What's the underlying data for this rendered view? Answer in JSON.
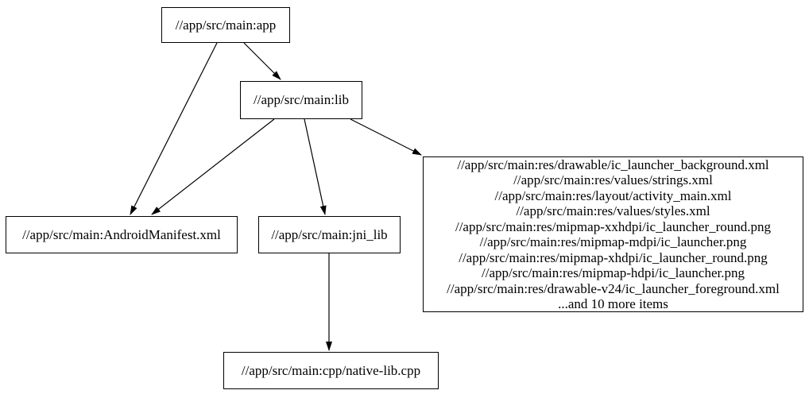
{
  "graph": {
    "background_color": "#ffffff",
    "node_border_color": "#000000",
    "edge_color": "#000000",
    "nodes": {
      "app": {
        "label": "//app/src/main:app"
      },
      "lib": {
        "label": "//app/src/main:lib"
      },
      "manifest": {
        "label": "//app/src/main:AndroidManifest.xml"
      },
      "jni_lib": {
        "label": "//app/src/main:jni_lib"
      },
      "native_lib": {
        "label": "//app/src/main:cpp/native-lib.cpp"
      },
      "resources": {
        "lines": [
          "//app/src/main:res/drawable/ic_launcher_background.xml",
          "//app/src/main:res/values/strings.xml",
          "//app/src/main:res/layout/activity_main.xml",
          "//app/src/main:res/values/styles.xml",
          "//app/src/main:res/mipmap-xxhdpi/ic_launcher_round.png",
          "//app/src/main:res/mipmap-mdpi/ic_launcher.png",
          "//app/src/main:res/mipmap-xhdpi/ic_launcher_round.png",
          "//app/src/main:res/mipmap-hdpi/ic_launcher.png",
          "//app/src/main:res/drawable-v24/ic_launcher_foreground.xml",
          "...and 10 more items"
        ]
      }
    },
    "edges": [
      {
        "from": "app",
        "to": "lib"
      },
      {
        "from": "app",
        "to": "manifest"
      },
      {
        "from": "lib",
        "to": "manifest"
      },
      {
        "from": "lib",
        "to": "jni_lib"
      },
      {
        "from": "lib",
        "to": "resources"
      },
      {
        "from": "jni_lib",
        "to": "native_lib"
      }
    ]
  }
}
